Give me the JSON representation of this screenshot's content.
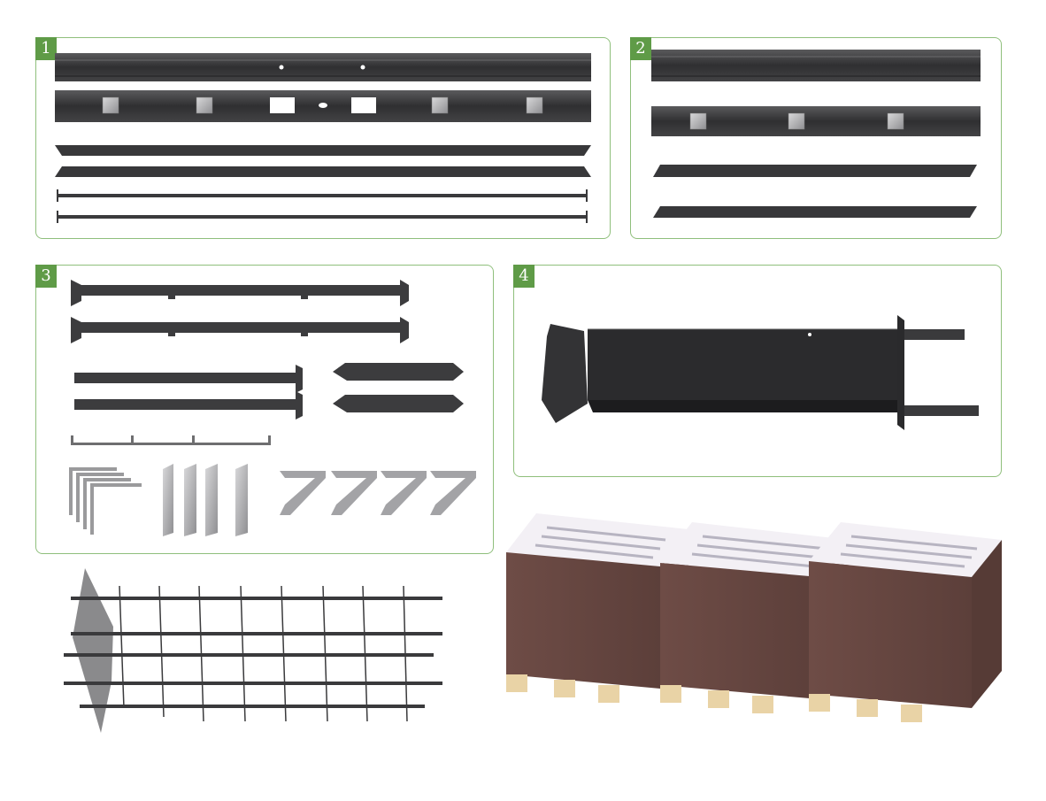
{
  "panels": [
    {
      "label": "1"
    },
    {
      "label": "2"
    },
    {
      "label": "3"
    },
    {
      "label": "4"
    }
  ],
  "colors": {
    "frame_border": "#8fbf7c",
    "badge_bg": "#5f9b47",
    "metal_dark": "#3a3a3c",
    "metal_light": "#9a9a9c",
    "crate_wood": "#6b4a43",
    "pallet_wood": "#e9d3a6"
  }
}
